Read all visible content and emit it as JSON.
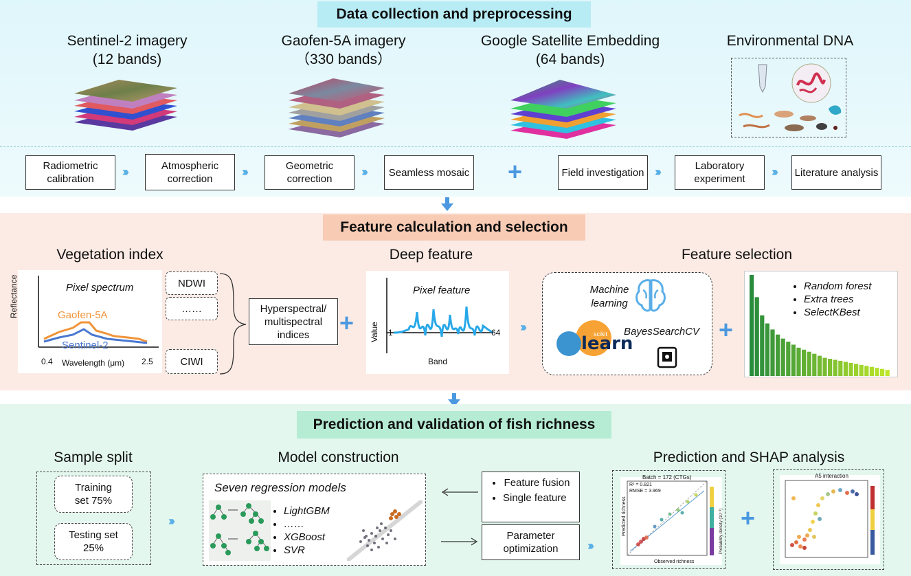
{
  "sections": {
    "s1": "Data collection and preprocessing",
    "s2": "Feature calculation and selection",
    "s3": "Prediction and validation of fish richness"
  },
  "sources": [
    {
      "name": "Sentinel-2 imagery",
      "sub": "(12 bands)"
    },
    {
      "name": "Gaofen-5A imagery",
      "sub": "（330 bands）"
    },
    {
      "name": "Google Satellite Embedding",
      "sub": "(64 bands)"
    },
    {
      "name": "Environmental DNA",
      "sub": ""
    }
  ],
  "prep_steps": [
    "Radiometric calibration",
    "Atmospheric correction",
    "Geometric correction",
    "Seamless mosaic",
    "Field investigation",
    "Laboratory experiment",
    "Literature analysis"
  ],
  "vegetation": {
    "heading": "Vegetation index",
    "chart_title": "Pixel spectrum",
    "ylabel": "Reflectance",
    "xlabel": "Wavelength (μm)",
    "xmin": "0.4",
    "xmax": "2.5",
    "series": [
      "Gaofen-5A",
      "Sentinel-2"
    ],
    "indices": [
      "NDWI",
      "……",
      "CIWI"
    ],
    "result": "Hyperspectral/ multispectral indices"
  },
  "deep": {
    "heading": "Deep feature",
    "chart_title": "Pixel feature",
    "ylabel": "Value",
    "xlabel": "Band",
    "xmin": "1",
    "xmax": "64"
  },
  "selection": {
    "heading": "Feature selection",
    "ml_label": "Machine learning",
    "logo_text": "learn",
    "logo_small": "scikit",
    "bayes": "BayesSearchCV",
    "methods": [
      "Random forest",
      "Extra trees",
      "SelectKBest"
    ]
  },
  "importance_chart": {
    "values": [
      100,
      78,
      60,
      52,
      46,
      41,
      37,
      34,
      31,
      28,
      26,
      24,
      22,
      20,
      18,
      17,
      16,
      15,
      14,
      13,
      12,
      11,
      10,
      9,
      8,
      7,
      6
    ]
  },
  "split": {
    "heading": "Sample split",
    "train": "Training set 75%",
    "test": "Testing set 25%"
  },
  "model": {
    "heading": "Model construction",
    "title": "Seven regression models",
    "models": [
      "LightGBM",
      "……",
      "XGBoost",
      "SVR"
    ],
    "fusion": [
      "Feature fusion",
      "Single feature"
    ],
    "param": "Parameter optimization"
  },
  "prediction": {
    "heading": "Prediction and SHAP analysis",
    "scatter_title": "Batch = 172 (CTGs)",
    "r2": "R² = 0.821",
    "rmse": "RMSE = 3.969",
    "xlabel": "Observed richness",
    "ylabel": "Predicted richness",
    "shap_title": "A5 interaction",
    "colorbar_label": "Probability density (10⁻³)"
  }
}
